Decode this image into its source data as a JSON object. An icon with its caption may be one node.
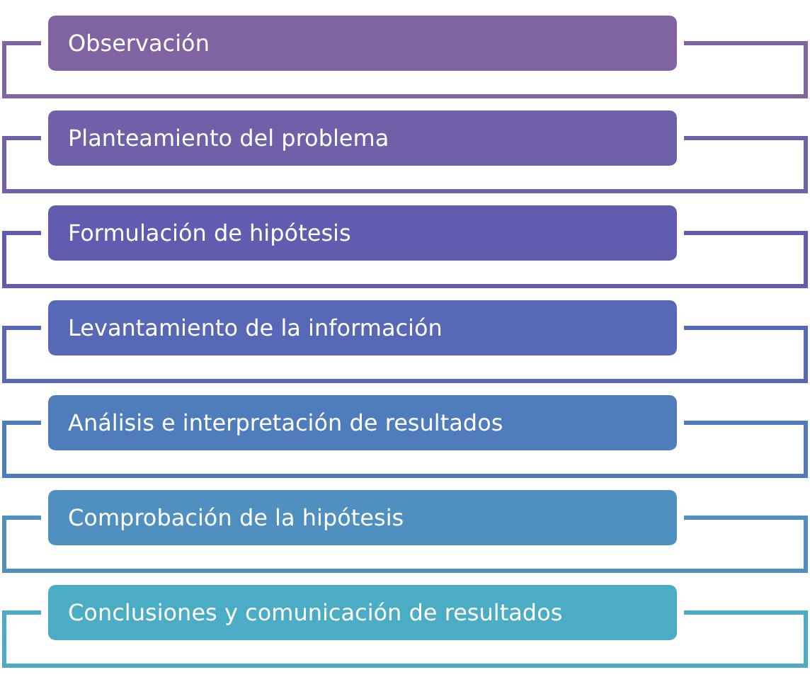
{
  "diagram": {
    "nodes": [
      {
        "text": [
          "Observación"
        ]
      },
      {
        "text": [
          "Planteamiento del problema"
        ]
      },
      {
        "text": [
          "Formulación de hipótesis"
        ]
      },
      {
        "text": [
          "Levantamiento de la información"
        ]
      },
      {
        "text": [
          "Análisis e interpretación de resultados"
        ]
      },
      {
        "text": [
          "Comprobación de la hipótesis"
        ]
      },
      {
        "text": [
          "Conclusiones y comunicación de resultados"
        ]
      }
    ]
  }
}
